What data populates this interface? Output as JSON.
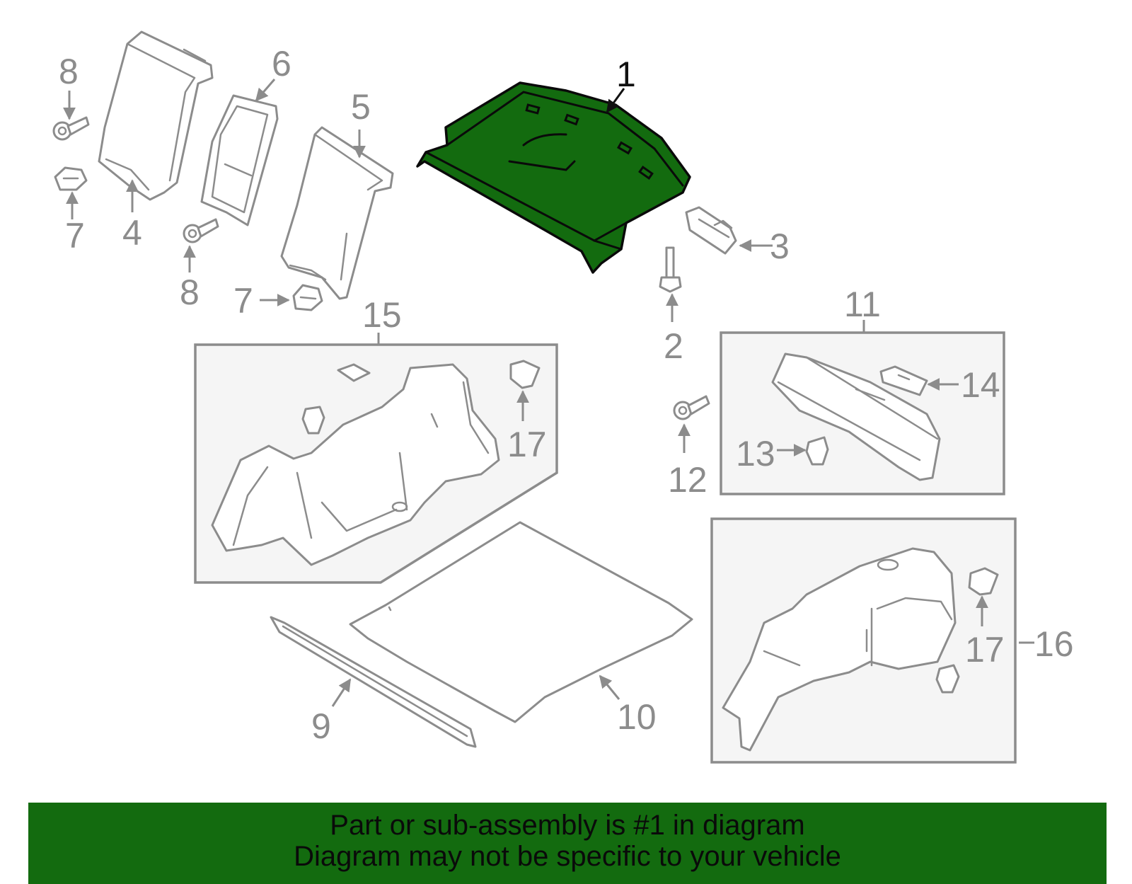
{
  "callouts": {
    "c1": "1",
    "c2": "2",
    "c3": "3",
    "c4": "4",
    "c5": "5",
    "c6": "6",
    "c7a": "7",
    "c7b": "7",
    "c8a": "8",
    "c8b": "8",
    "c9": "9",
    "c10": "10",
    "c11": "11",
    "c12": "12",
    "c13": "13",
    "c14": "14",
    "c15": "15",
    "c16": "16",
    "c17a": "17",
    "c17b": "17"
  },
  "colors": {
    "highlight": "#136b0f",
    "line": "#8c8c8c",
    "box_fill": "#f5f5f5"
  },
  "banner": {
    "line1": "Part or sub-assembly is #1 in diagram",
    "line2": "Diagram may not be specific to your vehicle"
  }
}
